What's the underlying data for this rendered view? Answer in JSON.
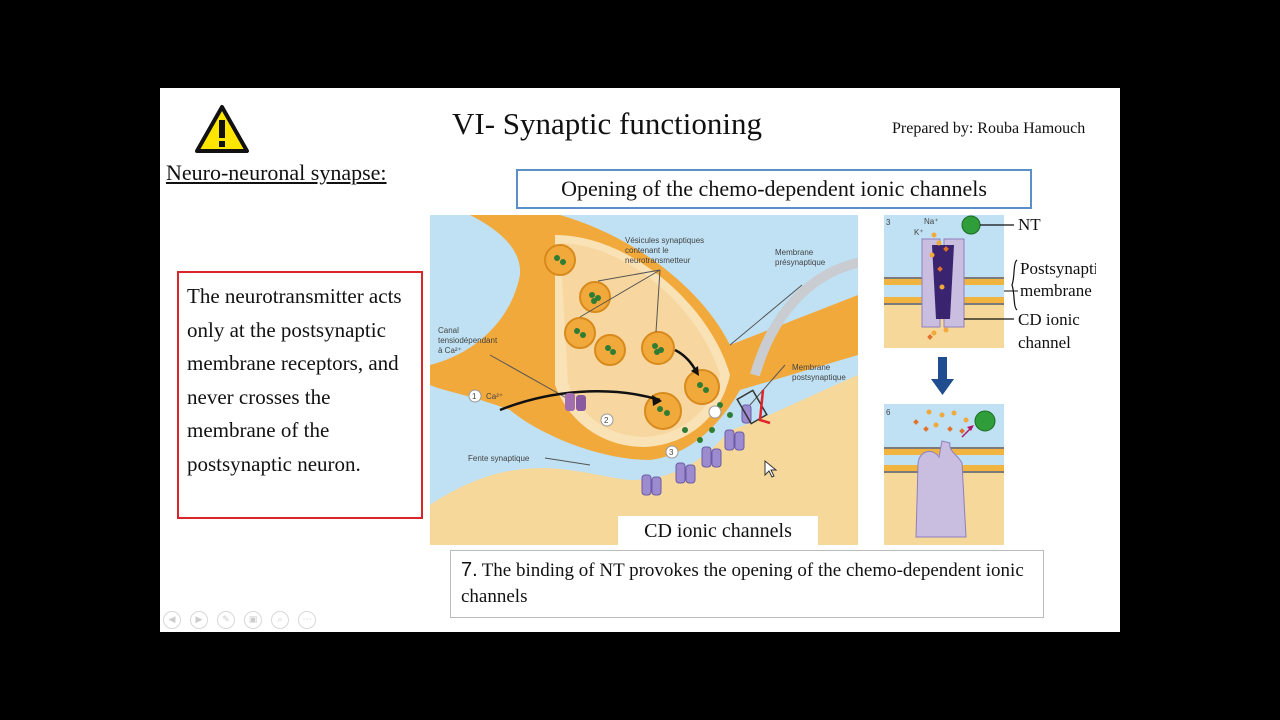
{
  "slide": {
    "title": "VI- Synaptic functioning",
    "author": "Prepared by: Rouba Hamouch",
    "subheading": "Neuro-neuronal synapse:",
    "warning_icon": "warning-triangle-icon",
    "opening_box": "Opening of the chemo-dependent ionic channels",
    "note": "The neurotransmitter acts only at the postsynaptic membrane receptors, and never crosses the membrane of the postsynaptic neuron.",
    "caption": {
      "number": "7.",
      "text": "The binding of NT provokes the opening of the chemo-dependent ionic channels"
    }
  },
  "main_diagram": {
    "labels": {
      "vesicles": [
        "Vésicules synaptiques",
        "contenant le",
        "neurotransmetteur"
      ],
      "presynaptic": [
        "Membrane",
        "présynaptique"
      ],
      "channel": [
        "Canal",
        "tensiodépendant",
        "à Ca²⁺"
      ],
      "postsynaptic": [
        "Membrane",
        "postsynaptique"
      ],
      "cleft": "Fente synaptique",
      "calcium": "Ca²⁺",
      "step1": "1",
      "step2": "2",
      "step3": "3"
    },
    "cd_channels_label": "CD ionic channels"
  },
  "side_diagram": {
    "step3": "3",
    "step6": "6",
    "na_label": "Na⁺",
    "k_label": "K⁺",
    "nt_label": "NT",
    "membrane_label": [
      "Postsynaptic",
      "membrane"
    ],
    "channel_label": [
      "CD ionic",
      "channel"
    ]
  },
  "nav_icons": [
    "nav-prev-icon",
    "nav-next-icon",
    "pen-icon",
    "slides-icon",
    "zoom-icon",
    "more-icon"
  ],
  "colors": {
    "accent_red": "#d8262b",
    "accent_blue": "#5b8fc7",
    "neuron": "#f2a93b",
    "background_blue": "#bfe1f3"
  }
}
